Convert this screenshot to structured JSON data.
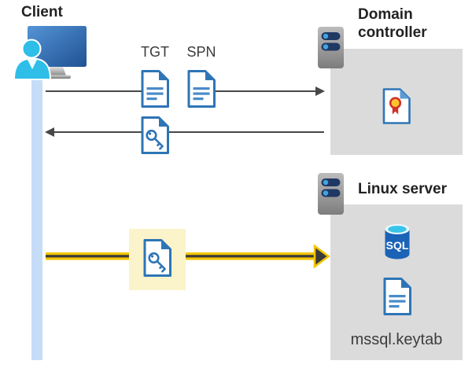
{
  "nodes": {
    "client": {
      "label": "Client"
    },
    "domain_controller": {
      "label": "Domain controller"
    },
    "linux_server": {
      "label": "Linux server"
    }
  },
  "tickets": {
    "tgt_label": "TGT",
    "spn_label": "SPN"
  },
  "labels": {
    "sql_badge": "SQL",
    "keytab_file": "mssql.keytab"
  },
  "icons": {
    "client": "workstation-with-user-icon",
    "domain_controller": "server-icon",
    "linux_server": "server-icon",
    "tgt": "document-icon",
    "spn": "document-icon",
    "ticket_response": "key-document-icon",
    "service_ticket": "key-document-icon",
    "certificate": "certificate-document-icon",
    "database": "sql-database-icon",
    "keytab": "document-icon"
  },
  "colors": {
    "doc_blue": "#2E75B6",
    "doc_line_blue": "#4A8BC8",
    "person_cyan": "#2EBEE8",
    "timeline_blue": "#C6DDF8",
    "node_box_gray": "#DBDBDB",
    "server_navy": "#1F3864",
    "server_dot_blue": "#41A5DD",
    "arrow_gray": "#484848",
    "arrow_yellow": "#F2C500",
    "highlight_yellow": "#FBF3C9",
    "sql_blue": "#1A63B6",
    "sql_cyan": "#38C3E8",
    "cert_red": "#D0332A",
    "cert_gold": "#FFC52F"
  }
}
